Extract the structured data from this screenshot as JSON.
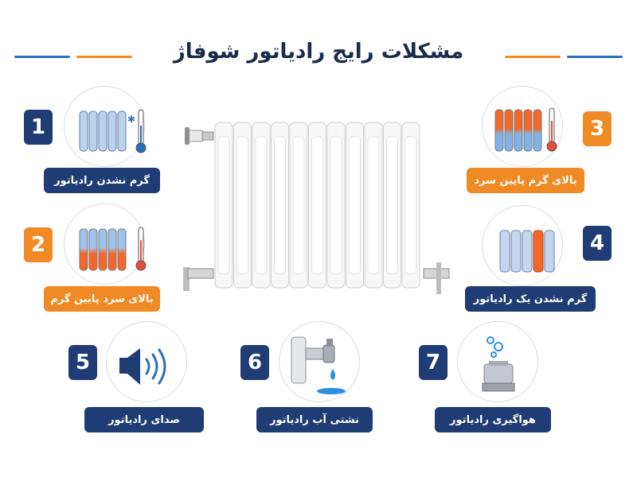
{
  "title": "مشکلات رایج رادیاتور شوفاژ",
  "colors": {
    "navy": "#1f3c74",
    "orange": "#f08a24",
    "accent_blue": "#2a6fb8"
  },
  "items": [
    {
      "number": "1",
      "label": "گرم نشدن رادیاتور",
      "icon": "cold-radiator-icon"
    },
    {
      "number": "2",
      "label": "بالای سرد پایین گرم",
      "icon": "top-cold-radiator-icon"
    },
    {
      "number": "3",
      "label": "بالای گرم پایین سرد",
      "icon": "top-hot-radiator-icon"
    },
    {
      "number": "4",
      "label": "گرم نشدن یک رادیاتور",
      "icon": "one-column-hot-icon"
    },
    {
      "number": "5",
      "label": "صدای رادیاتور",
      "icon": "speaker-icon"
    },
    {
      "number": "6",
      "label": "نشتی آب رادیاتور",
      "icon": "leaking-valve-icon"
    },
    {
      "number": "7",
      "label": "هواگیری رادیاتور",
      "icon": "air-vent-icon"
    }
  ]
}
